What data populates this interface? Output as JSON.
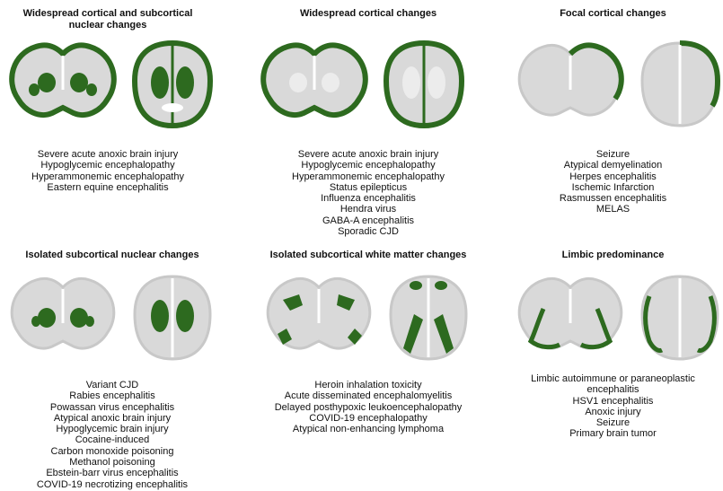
{
  "accent": "#2d6a1f",
  "panels": [
    {
      "title_lines": [
        "Widespread cortical and subcortical",
        "nuclear changes"
      ],
      "items": [
        "Severe acute anoxic brain injury",
        "Hypoglycemic encephalopathy",
        "Hyperammonemic encephalopathy",
        "Eastern equine encephalitis"
      ]
    },
    {
      "title_lines": [
        "Widespread cortical changes"
      ],
      "items": [
        "Severe acute anoxic brain injury",
        "Hypoglycemic encephalopathy",
        "Hyperammonemic encephalopathy",
        "Status epilepticus",
        "Influenza encephalitis",
        "Hendra virus",
        "GABA-A encephalitis",
        "Sporadic CJD"
      ]
    },
    {
      "title_lines": [
        "Focal cortical changes"
      ],
      "items": [
        "Seizure",
        "Atypical demyelination",
        "Herpes encephalitis",
        "Ischemic Infarction",
        "Rasmussen encephalitis",
        "MELAS"
      ]
    },
    {
      "title_lines": [
        "Isolated subcortical nuclear changes"
      ],
      "items": [
        "Variant CJD",
        "Rabies encephalitis",
        "Powassan virus encephalitis",
        "Atypical anoxic brain injury",
        "Hypoglycemic brain injury",
        "Cocaine-induced",
        "Carbon monoxide poisoning",
        "Methanol poisoning",
        "Ebstein-barr virus encephalitis",
        "COVID-19 necrotizing encephalitis"
      ]
    },
    {
      "title_lines": [
        "Isolated subcortical white matter changes"
      ],
      "items": [
        "Heroin inhalation toxicity",
        "Acute disseminated encephalomyelitis",
        "Delayed posthypoxic leukoencephalopathy",
        "COVID-19 encephalopathy",
        "Atypical non-enhancing lymphoma"
      ]
    },
    {
      "title_lines": [
        "Limbic predominance"
      ],
      "items": [
        "Limbic autoimmune or paraneoplastic",
        "encephalitis",
        "HSV1 encephalitis",
        "Anoxic injury",
        "Seizure",
        "Primary brain tumor"
      ]
    }
  ]
}
